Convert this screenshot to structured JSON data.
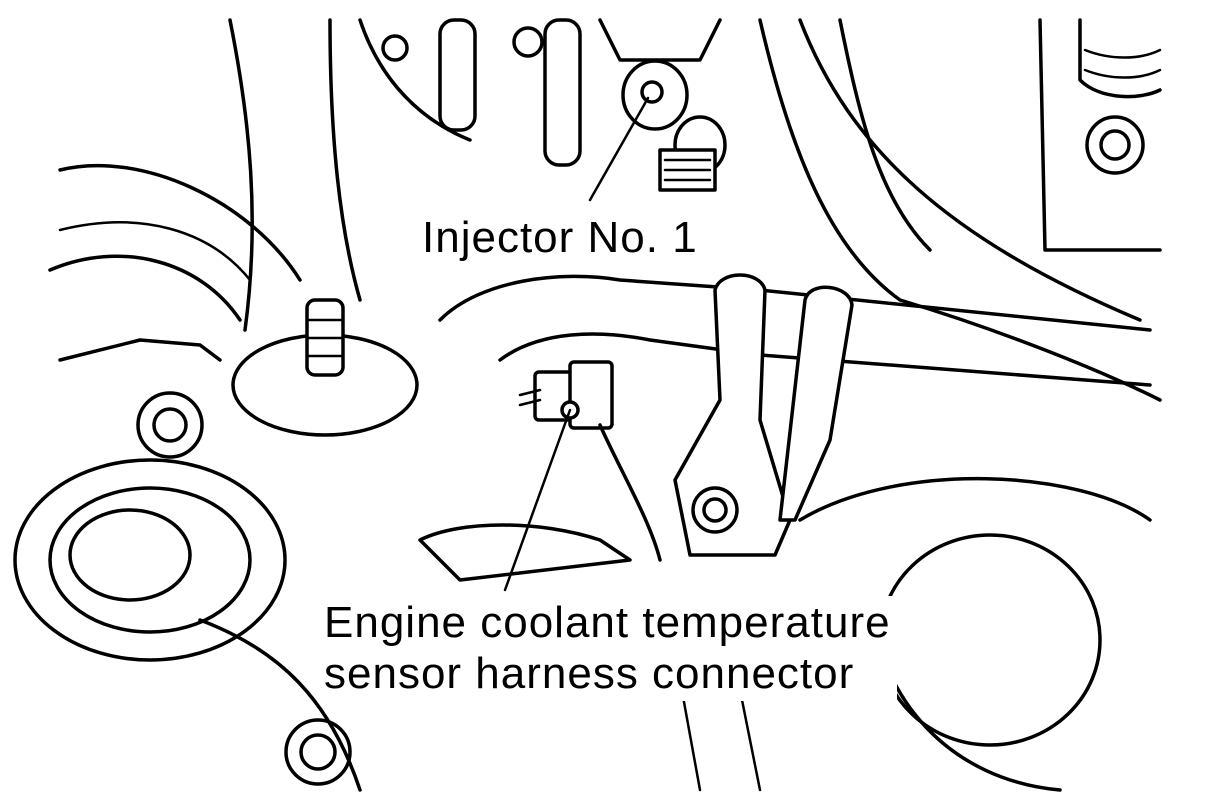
{
  "diagram": {
    "labels": {
      "injector": "Injector No. 1",
      "ect_line1": "Engine coolant temperature",
      "ect_line2": "sensor harness connector"
    }
  }
}
